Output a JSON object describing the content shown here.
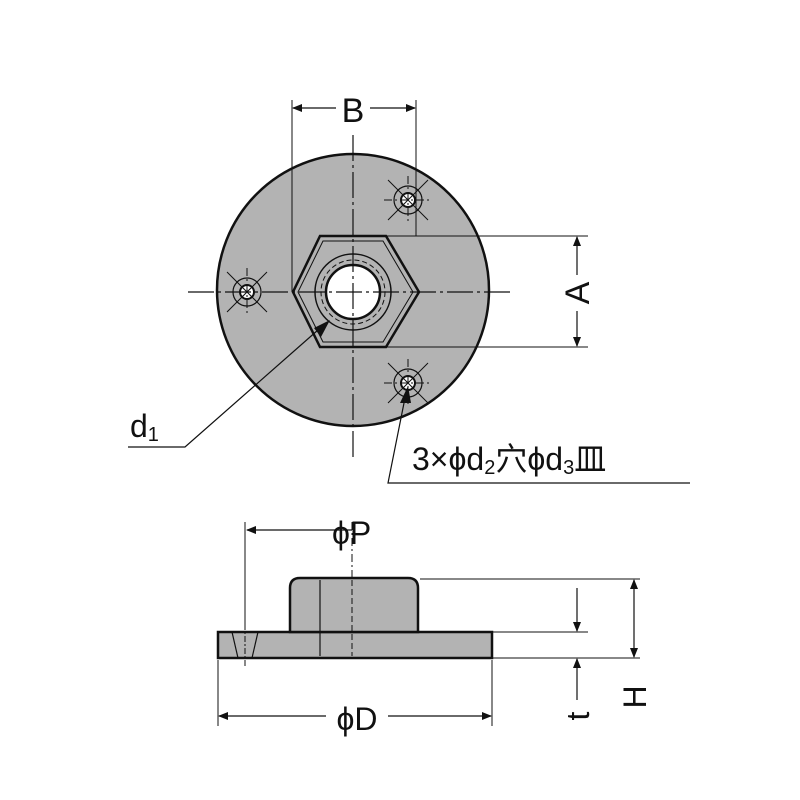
{
  "labels": {
    "B": "B",
    "A": "A",
    "d1": "d",
    "d1_sub": "1",
    "hole_spec": {
      "pre": "3×ϕd",
      "sub1": "2",
      "mid": "穴ϕd",
      "sub2": "3",
      "post": "皿"
    },
    "P": "ϕP",
    "D": "ϕD",
    "t": "t",
    "H": "H"
  },
  "colors": {
    "body_fill": "#b3b3b3",
    "line": "#111111",
    "background": "#ffffff"
  }
}
